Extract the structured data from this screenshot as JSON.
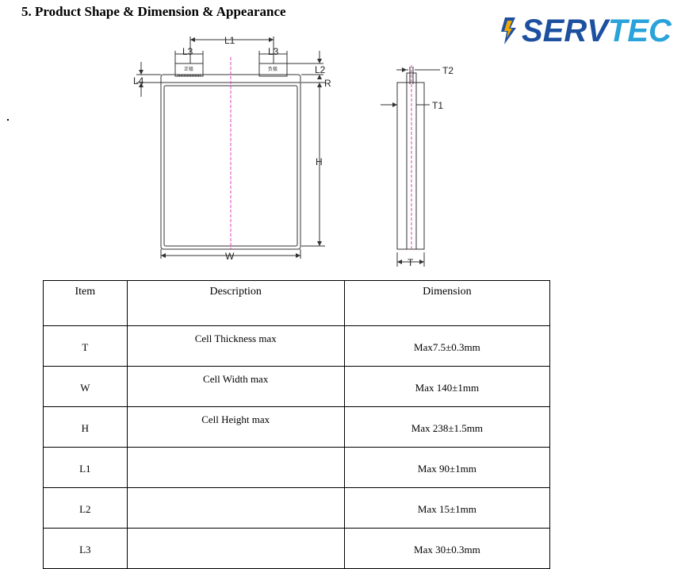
{
  "heading": "5.  Product Shape & Dimension & Appearance",
  "logo": {
    "part1": "SERV",
    "part2": "TEC",
    "color1": "#1e50a0",
    "color2": "#29a3d9"
  },
  "drawing": {
    "labels": {
      "l1": "L1",
      "l3_left": "L3",
      "l3_right": "L3",
      "l2": "L2",
      "l4": "L4",
      "r": "R",
      "h": "H",
      "w": "W",
      "t2": "T2",
      "t1": "T1",
      "t": "T",
      "tab_positive": "正极",
      "tab_negative": "负极"
    },
    "colors": {
      "outline": "#333333",
      "center_line": "#e040c0"
    }
  },
  "table": {
    "headers": {
      "item": "Item",
      "description": "Description",
      "dimension": "Dimension"
    },
    "rows": [
      {
        "item": "T",
        "description": "Cell Thickness max",
        "dimension": "Max7.5±0.3mm"
      },
      {
        "item": "W",
        "description": "Cell Width max",
        "dimension": "Max 140±1mm"
      },
      {
        "item": "H",
        "description": "Cell Height max",
        "dimension": "Max 238±1.5mm"
      },
      {
        "item": "L1",
        "description": "",
        "dimension": "Max 90±1mm"
      },
      {
        "item": "L2",
        "description": "",
        "dimension": "Max 15±1mm"
      },
      {
        "item": "L3",
        "description": "",
        "dimension": "Max 30±0.3mm"
      }
    ]
  }
}
